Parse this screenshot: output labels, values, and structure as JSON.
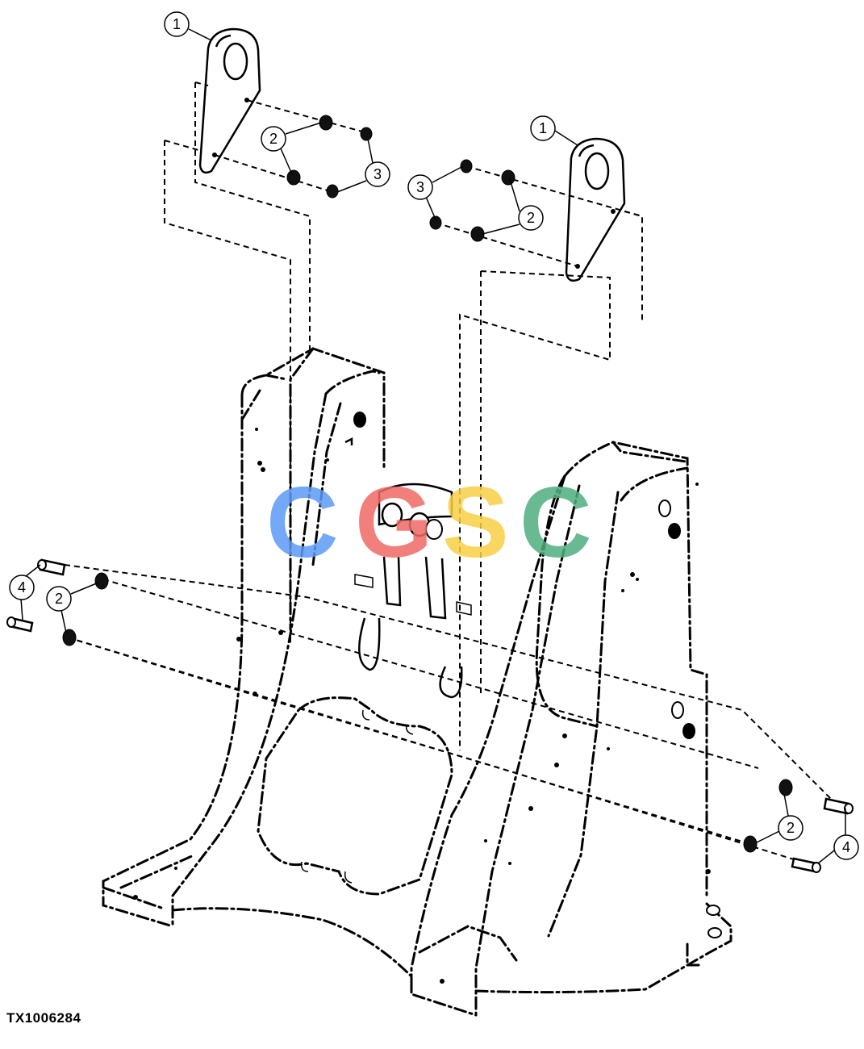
{
  "figure_id": "TX1006284",
  "callouts": [
    {
      "id": "c1a",
      "label": "1"
    },
    {
      "id": "c2a",
      "label": "2"
    },
    {
      "id": "c3a",
      "label": "3"
    },
    {
      "id": "c1b",
      "label": "1"
    },
    {
      "id": "c3b",
      "label": "3"
    },
    {
      "id": "c2b",
      "label": "2"
    },
    {
      "id": "c4a",
      "label": "4"
    },
    {
      "id": "c2c",
      "label": "2"
    },
    {
      "id": "c2d",
      "label": "2"
    },
    {
      "id": "c4b",
      "label": "4"
    }
  ],
  "watermark": {
    "letters": [
      "C",
      "G",
      "S",
      "C"
    ],
    "colors": [
      "#5b9bf5",
      "#ef6b66",
      "#f7cf45",
      "#4fae7f"
    ]
  }
}
